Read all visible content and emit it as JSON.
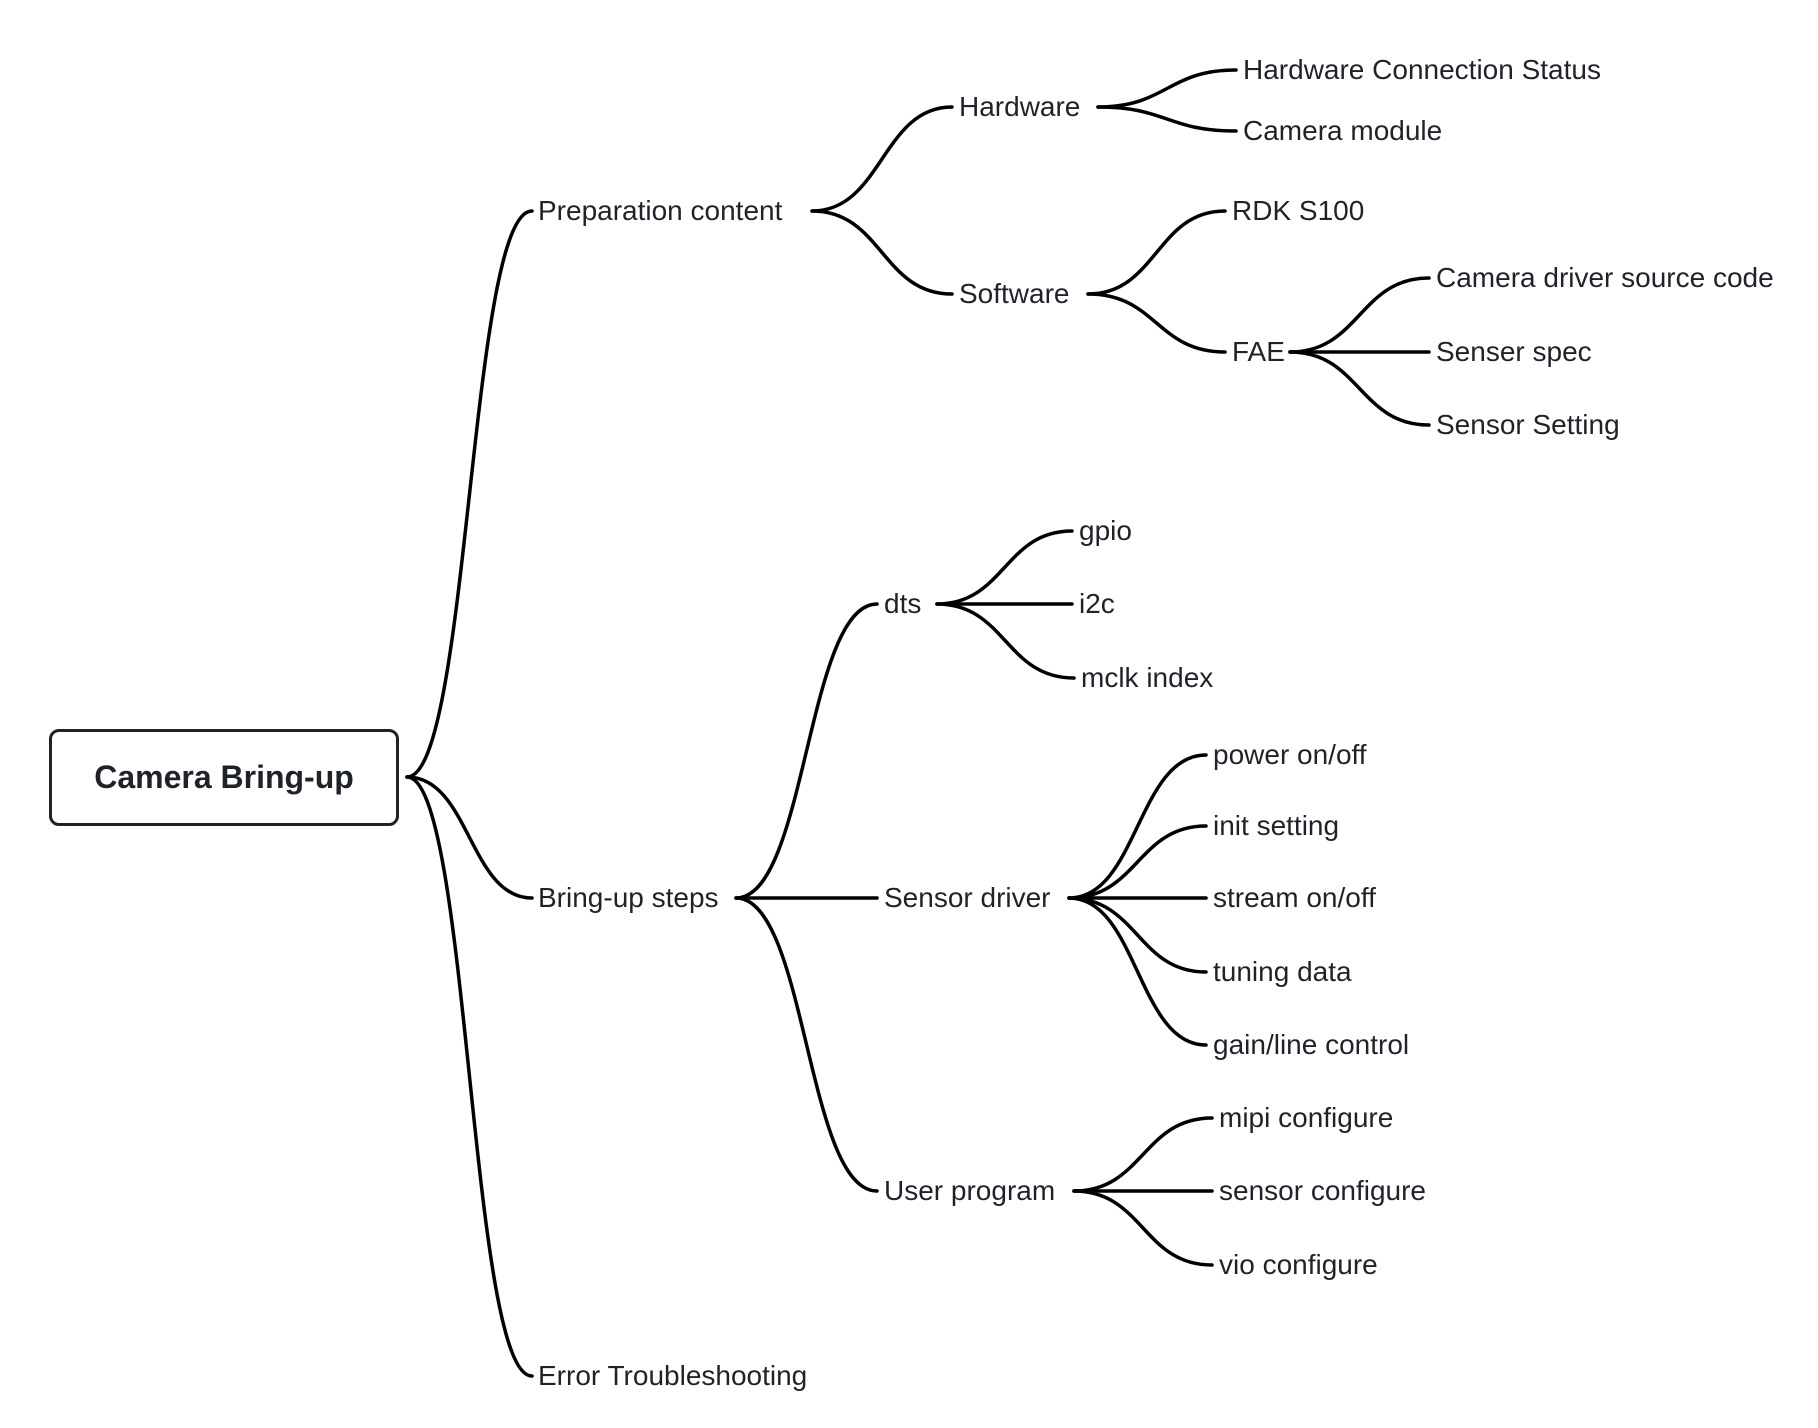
{
  "mindmap": {
    "root": {
      "label": "Camera Bring-up",
      "children": [
        {
          "label": "Preparation content",
          "children": [
            {
              "label": "Hardware",
              "children": [
                {
                  "label": "Hardware Connection Status"
                },
                {
                  "label": "Camera module"
                }
              ]
            },
            {
              "label": "Software",
              "children": [
                {
                  "label": "RDK S100"
                },
                {
                  "label": "FAE",
                  "children": [
                    {
                      "label": "Camera driver source code"
                    },
                    {
                      "label": "Senser spec"
                    },
                    {
                      "label": "Sensor Setting"
                    }
                  ]
                }
              ]
            }
          ]
        },
        {
          "label": "Bring-up steps",
          "children": [
            {
              "label": "dts",
              "children": [
                {
                  "label": "gpio"
                },
                {
                  "label": "i2c"
                },
                {
                  "label": "mclk index"
                }
              ]
            },
            {
              "label": "Sensor driver",
              "children": [
                {
                  "label": "power on/off"
                },
                {
                  "label": "init setting"
                },
                {
                  "label": "stream on/off"
                },
                {
                  "label": "tuning data"
                },
                {
                  "label": "gain/line control"
                }
              ]
            },
            {
              "label": "User program",
              "children": [
                {
                  "label": "mipi configure"
                },
                {
                  "label": "sensor configure"
                },
                {
                  "label": "vio configure"
                }
              ]
            }
          ]
        },
        {
          "label": "Error Troubleshooting"
        }
      ]
    }
  },
  "colors": {
    "line": "#000000",
    "text": "#1f2329",
    "background": "#ffffff"
  }
}
